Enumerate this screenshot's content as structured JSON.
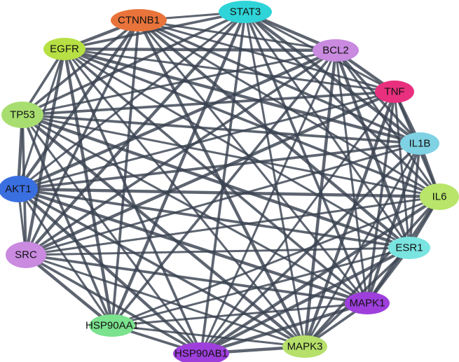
{
  "network": {
    "nodes": [
      {
        "id": "STAT3",
        "label": "STAT3",
        "color": "#2fd4d8"
      },
      {
        "id": "CTNNB1",
        "label": "CTNNB1",
        "color": "#e9743b"
      },
      {
        "id": "EGFR",
        "label": "EGFR",
        "color": "#b6e043"
      },
      {
        "id": "BCL2",
        "label": "BCL2",
        "color": "#c98ae0"
      },
      {
        "id": "TNF",
        "label": "TNF",
        "color": "#e8307e"
      },
      {
        "id": "TP53",
        "label": "TP53",
        "color": "#a8de70"
      },
      {
        "id": "IL1B",
        "label": "IL1B",
        "color": "#7fd2e3"
      },
      {
        "id": "AKT1",
        "label": "AKT1",
        "color": "#3a6fe0"
      },
      {
        "id": "IL6",
        "label": "IL6",
        "color": "#b8e56a"
      },
      {
        "id": "SRC",
        "label": "SRC",
        "color": "#c98ae0"
      },
      {
        "id": "ESR1",
        "label": "ESR1",
        "color": "#7ae4e0"
      },
      {
        "id": "MAPK1",
        "label": "MAPK1",
        "color": "#9e3fdc"
      },
      {
        "id": "HSP90AA1",
        "label": "HSP90AA1",
        "color": "#7be28e"
      },
      {
        "id": "MAPK3",
        "label": "MAPK3",
        "color": "#b6e06a"
      },
      {
        "id": "HSP90AB1",
        "label": "HSP90AB1",
        "color": "#9e3fdc"
      }
    ],
    "edges": [
      [
        "STAT3",
        "CTNNB1"
      ],
      [
        "STAT3",
        "EGFR"
      ],
      [
        "STAT3",
        "BCL2"
      ],
      [
        "STAT3",
        "TNF"
      ],
      [
        "STAT3",
        "TP53"
      ],
      [
        "STAT3",
        "IL1B"
      ],
      [
        "STAT3",
        "AKT1"
      ],
      [
        "STAT3",
        "IL6"
      ],
      [
        "STAT3",
        "SRC"
      ],
      [
        "STAT3",
        "ESR1"
      ],
      [
        "STAT3",
        "MAPK1"
      ],
      [
        "STAT3",
        "HSP90AA1"
      ],
      [
        "STAT3",
        "MAPK3"
      ],
      [
        "STAT3",
        "HSP90AB1"
      ],
      [
        "CTNNB1",
        "EGFR"
      ],
      [
        "CTNNB1",
        "BCL2"
      ],
      [
        "CTNNB1",
        "TP53"
      ],
      [
        "CTNNB1",
        "AKT1"
      ],
      [
        "CTNNB1",
        "IL6"
      ],
      [
        "CTNNB1",
        "SRC"
      ],
      [
        "CTNNB1",
        "ESR1"
      ],
      [
        "CTNNB1",
        "MAPK1"
      ],
      [
        "CTNNB1",
        "HSP90AA1"
      ],
      [
        "CTNNB1",
        "MAPK3"
      ],
      [
        "CTNNB1",
        "TNF"
      ],
      [
        "CTNNB1",
        "IL1B"
      ],
      [
        "EGFR",
        "BCL2"
      ],
      [
        "EGFR",
        "TNF"
      ],
      [
        "EGFR",
        "TP53"
      ],
      [
        "EGFR",
        "IL1B"
      ],
      [
        "EGFR",
        "AKT1"
      ],
      [
        "EGFR",
        "IL6"
      ],
      [
        "EGFR",
        "SRC"
      ],
      [
        "EGFR",
        "ESR1"
      ],
      [
        "EGFR",
        "MAPK1"
      ],
      [
        "EGFR",
        "HSP90AA1"
      ],
      [
        "EGFR",
        "MAPK3"
      ],
      [
        "EGFR",
        "HSP90AB1"
      ],
      [
        "BCL2",
        "TNF"
      ],
      [
        "BCL2",
        "TP53"
      ],
      [
        "BCL2",
        "IL1B"
      ],
      [
        "BCL2",
        "AKT1"
      ],
      [
        "BCL2",
        "IL6"
      ],
      [
        "BCL2",
        "SRC"
      ],
      [
        "BCL2",
        "ESR1"
      ],
      [
        "BCL2",
        "MAPK1"
      ],
      [
        "BCL2",
        "HSP90AA1"
      ],
      [
        "BCL2",
        "MAPK3"
      ],
      [
        "BCL2",
        "HSP90AB1"
      ],
      [
        "TNF",
        "TP53"
      ],
      [
        "TNF",
        "IL1B"
      ],
      [
        "TNF",
        "AKT1"
      ],
      [
        "TNF",
        "IL6"
      ],
      [
        "TNF",
        "SRC"
      ],
      [
        "TNF",
        "ESR1"
      ],
      [
        "TNF",
        "MAPK1"
      ],
      [
        "TNF",
        "MAPK3"
      ],
      [
        "TNF",
        "HSP90AB1"
      ],
      [
        "TP53",
        "IL1B"
      ],
      [
        "TP53",
        "AKT1"
      ],
      [
        "TP53",
        "IL6"
      ],
      [
        "TP53",
        "SRC"
      ],
      [
        "TP53",
        "ESR1"
      ],
      [
        "TP53",
        "MAPK1"
      ],
      [
        "TP53",
        "HSP90AA1"
      ],
      [
        "TP53",
        "MAPK3"
      ],
      [
        "TP53",
        "HSP90AB1"
      ],
      [
        "IL1B",
        "AKT1"
      ],
      [
        "IL1B",
        "IL6"
      ],
      [
        "IL1B",
        "SRC"
      ],
      [
        "IL1B",
        "ESR1"
      ],
      [
        "IL1B",
        "MAPK1"
      ],
      [
        "IL1B",
        "MAPK3"
      ],
      [
        "IL1B",
        "HSP90AB1"
      ],
      [
        "AKT1",
        "IL6"
      ],
      [
        "AKT1",
        "SRC"
      ],
      [
        "AKT1",
        "ESR1"
      ],
      [
        "AKT1",
        "MAPK1"
      ],
      [
        "AKT1",
        "HSP90AA1"
      ],
      [
        "AKT1",
        "MAPK3"
      ],
      [
        "AKT1",
        "HSP90AB1"
      ],
      [
        "IL6",
        "SRC"
      ],
      [
        "IL6",
        "ESR1"
      ],
      [
        "IL6",
        "MAPK1"
      ],
      [
        "IL6",
        "HSP90AA1"
      ],
      [
        "IL6",
        "MAPK3"
      ],
      [
        "IL6",
        "HSP90AB1"
      ],
      [
        "SRC",
        "ESR1"
      ],
      [
        "SRC",
        "MAPK1"
      ],
      [
        "SRC",
        "HSP90AA1"
      ],
      [
        "SRC",
        "MAPK3"
      ],
      [
        "SRC",
        "HSP90AB1"
      ],
      [
        "ESR1",
        "MAPK1"
      ],
      [
        "ESR1",
        "HSP90AA1"
      ],
      [
        "ESR1",
        "MAPK3"
      ],
      [
        "ESR1",
        "HSP90AB1"
      ],
      [
        "MAPK1",
        "HSP90AA1"
      ],
      [
        "MAPK1",
        "MAPK3"
      ],
      [
        "MAPK1",
        "HSP90AB1"
      ],
      [
        "HSP90AA1",
        "MAPK3"
      ],
      [
        "HSP90AA1",
        "HSP90AB1"
      ],
      [
        "MAPK3",
        "HSP90AB1"
      ]
    ]
  }
}
